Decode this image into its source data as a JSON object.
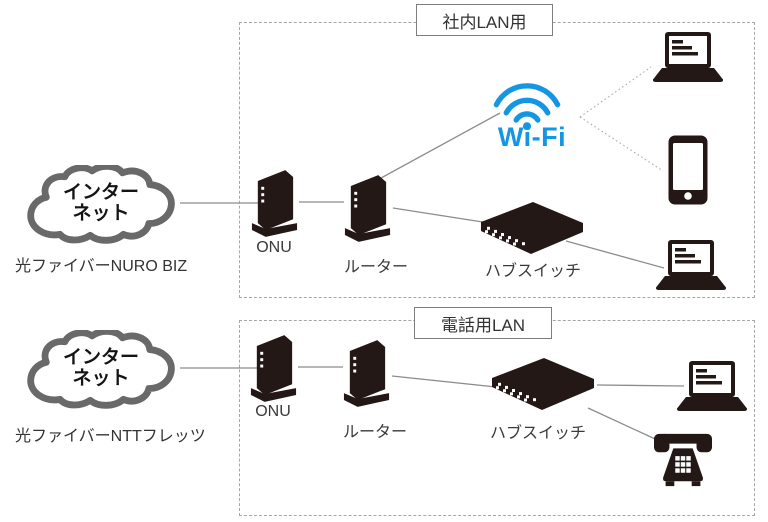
{
  "colors": {
    "device_black": "#231815",
    "wifi_blue": "#1496e5",
    "cloud_gray": "#696969",
    "connector_gray": "#8c8c8c",
    "dashed_border_gray": "#a6a6a6"
  },
  "sections": [
    {
      "title": "社内LAN用",
      "cloud": {
        "line1": "インター",
        "line2": "ネット"
      },
      "provider": "光ファイバーNURO BIZ",
      "labels": {
        "onu": "ONU",
        "router": "ルーター",
        "hub": "ハブスイッチ",
        "wifi": "Wi-Fi"
      },
      "devices": [
        "internet-cloud",
        "onu",
        "router",
        "wifi-access-point",
        "hub-switch",
        "laptop",
        "smartphone",
        "laptop"
      ],
      "connections": [
        {
          "from": "internet",
          "to": "onu",
          "style": "solid"
        },
        {
          "from": "onu",
          "to": "router",
          "style": "solid"
        },
        {
          "from": "router",
          "to": "wifi",
          "style": "solid"
        },
        {
          "from": "router",
          "to": "hub-switch",
          "style": "solid"
        },
        {
          "from": "hub-switch",
          "to": "laptop",
          "style": "solid"
        },
        {
          "from": "wifi",
          "to": "laptop",
          "style": "dotted"
        },
        {
          "from": "wifi",
          "to": "smartphone",
          "style": "dotted"
        }
      ]
    },
    {
      "title": "電話用LAN",
      "cloud": {
        "line1": "インター",
        "line2": "ネット"
      },
      "provider": "光ファイバーNTTフレッツ",
      "labels": {
        "onu": "ONU",
        "router": "ルーター",
        "hub": "ハブスイッチ"
      },
      "devices": [
        "internet-cloud",
        "onu",
        "router",
        "hub-switch",
        "laptop",
        "telephone"
      ],
      "connections": [
        {
          "from": "internet",
          "to": "onu",
          "style": "solid"
        },
        {
          "from": "onu",
          "to": "router",
          "style": "solid"
        },
        {
          "from": "router",
          "to": "hub-switch",
          "style": "solid"
        },
        {
          "from": "hub-switch",
          "to": "laptop",
          "style": "solid"
        },
        {
          "from": "hub-switch",
          "to": "telephone",
          "style": "solid"
        }
      ]
    }
  ]
}
